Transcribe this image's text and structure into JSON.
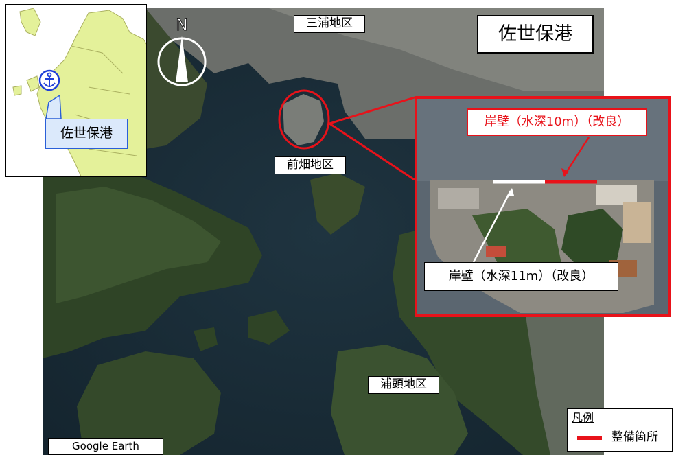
{
  "title": "佐世保港",
  "districts": {
    "miura": "三浦地区",
    "maehata": "前畑地区",
    "uragashira": "浦頭地区"
  },
  "inset": {
    "port_label": "佐世保港"
  },
  "detail": {
    "berth_10m": "岸壁（水深10m）（改良）",
    "berth_11m": "岸壁（水深11m）（改良）"
  },
  "compass": {
    "north_label": "N"
  },
  "legend": {
    "title": "凡例",
    "item": "整備箇所",
    "item_color": "#e8121a"
  },
  "credit": "Google Earth",
  "colors": {
    "highlight": "#e8121a",
    "inset_land": "#e4f19a",
    "port_icon": "#1f3fd8"
  }
}
